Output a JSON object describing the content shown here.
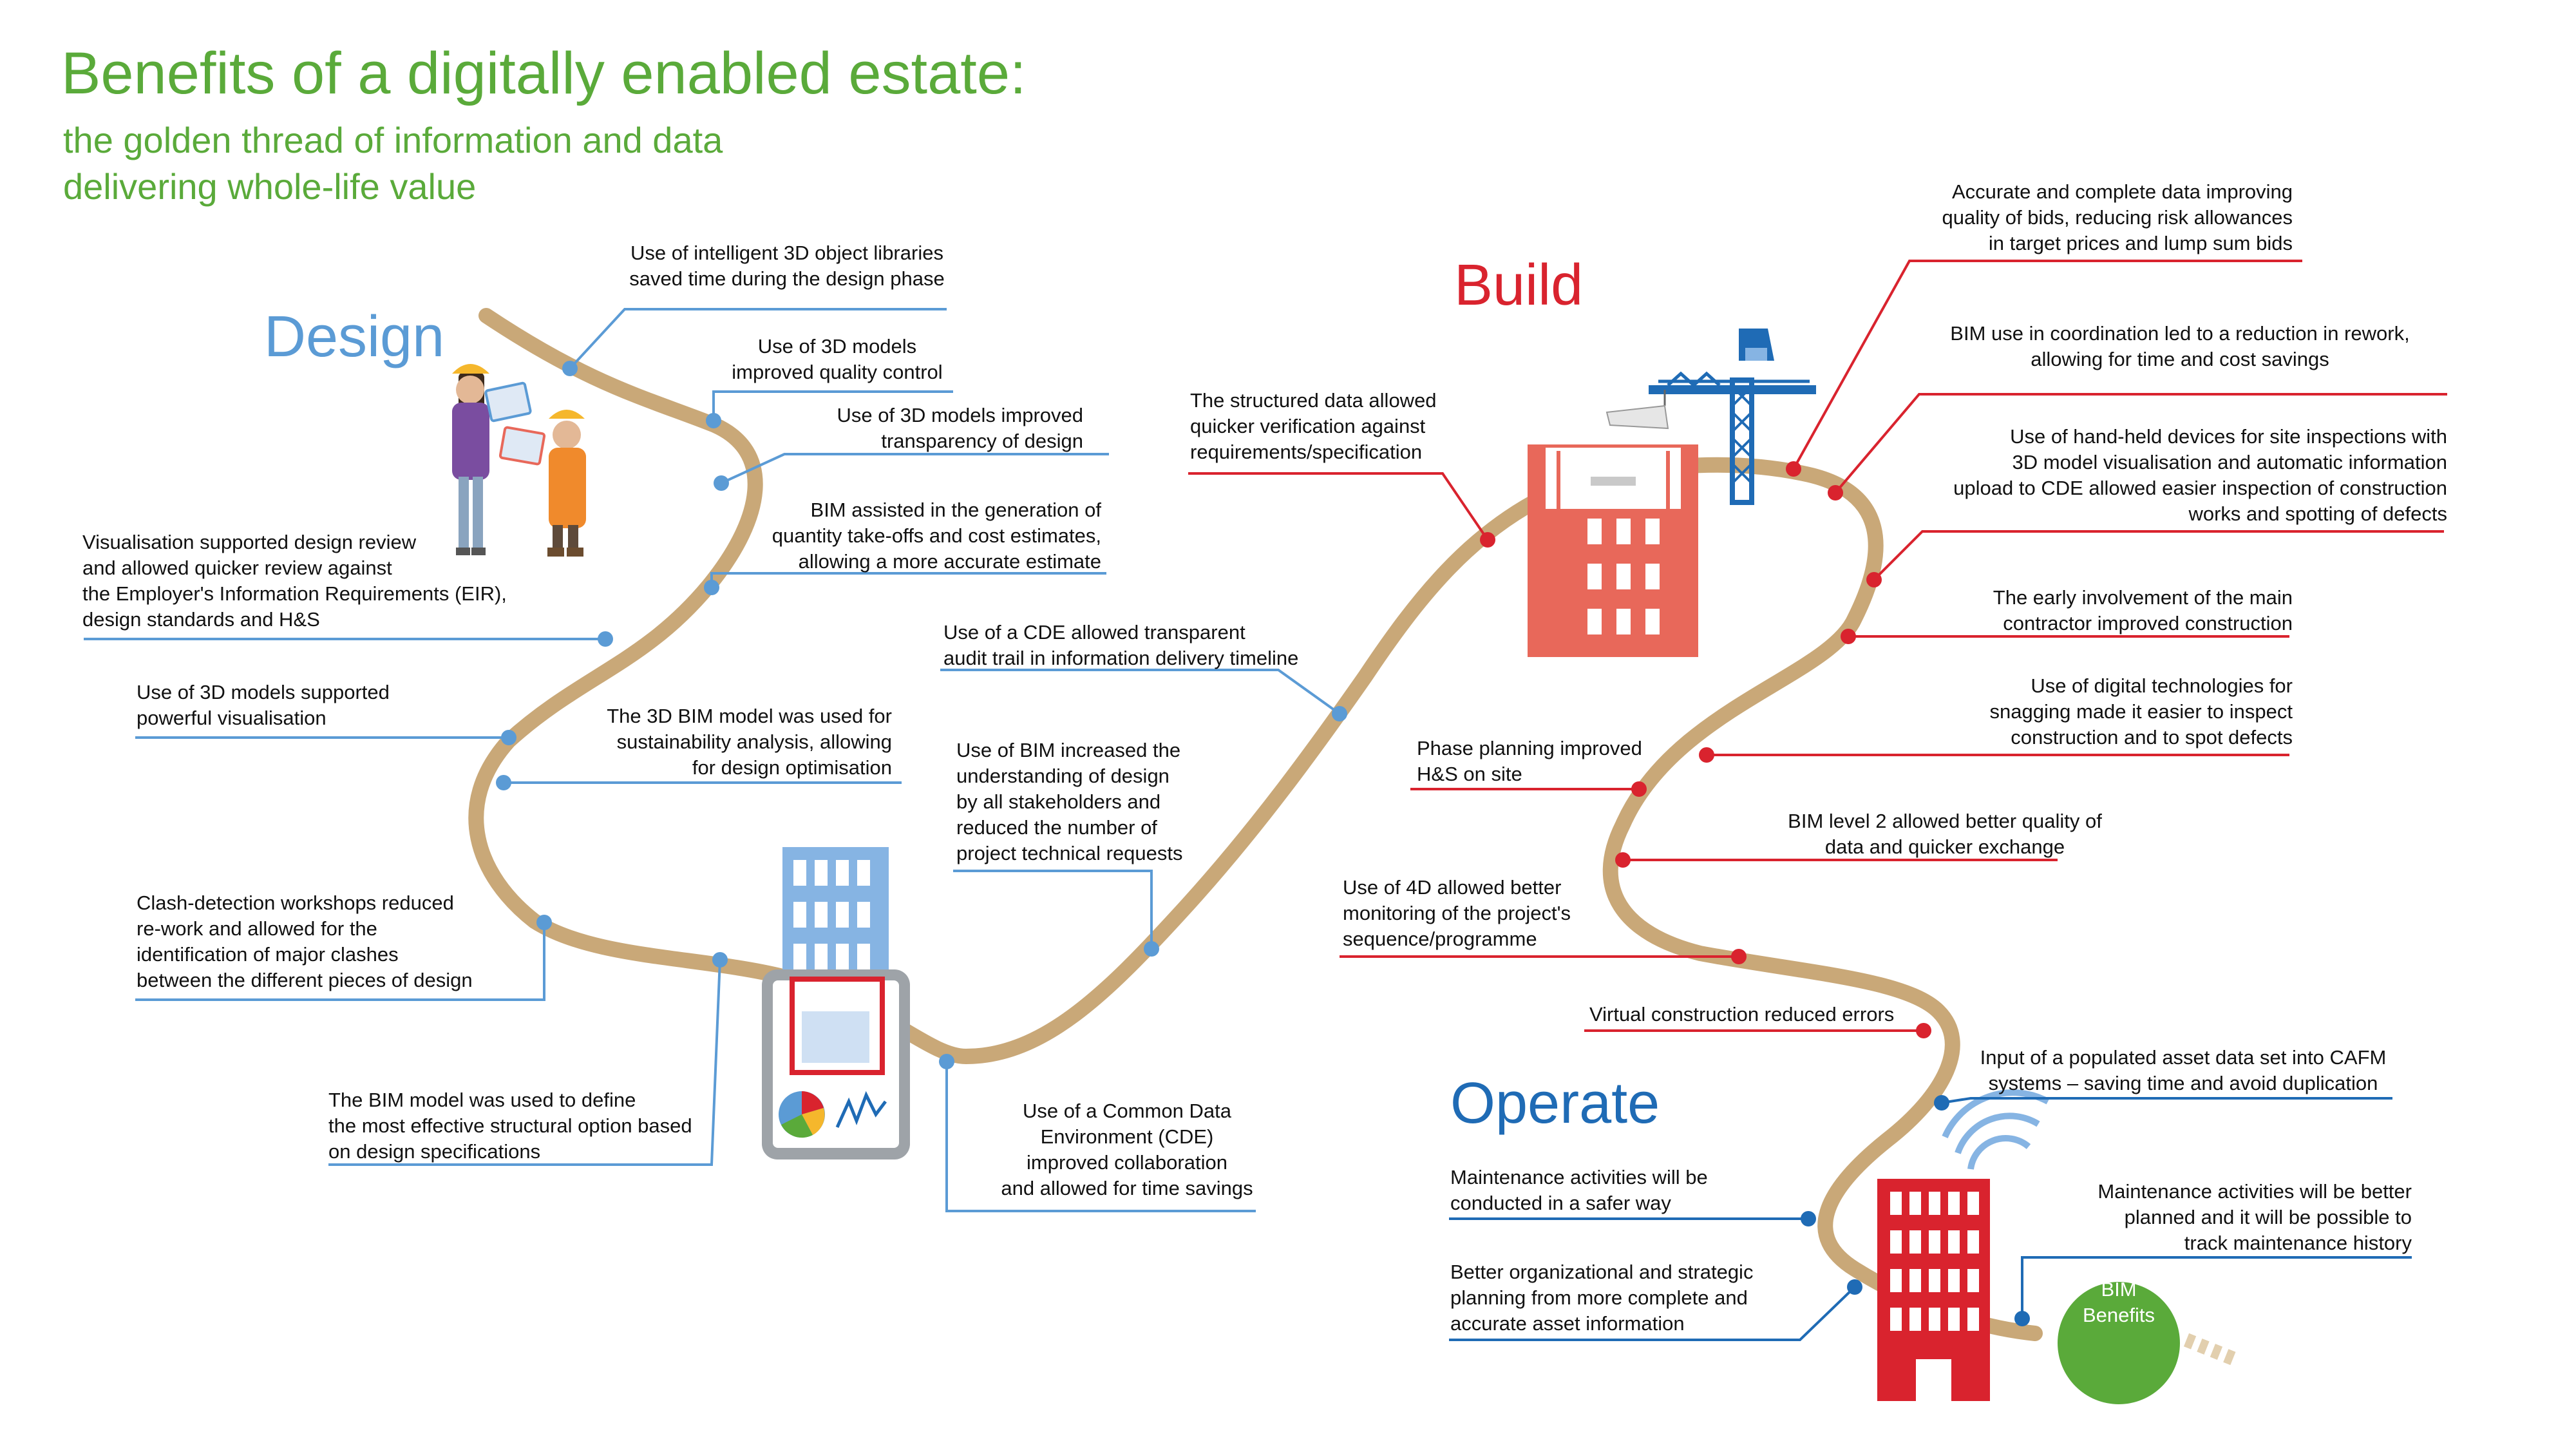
{
  "heading": {
    "title": "Benefits of a digitally enabled estate:",
    "subtitle_line1": "the golden thread of information and data",
    "subtitle_line2": "delivering whole-life value"
  },
  "phases": {
    "design": {
      "label": "Design",
      "color": "#5b9bd5"
    },
    "build": {
      "label": "Build",
      "color": "#d9232e"
    },
    "operate": {
      "label": "Operate",
      "color": "#1f6bb5"
    }
  },
  "colors": {
    "green": "#5aaa3a",
    "thread": "#c9a878",
    "design_accent": "#5b9bd5",
    "build_accent": "#d9232e",
    "operate_accent": "#1f6bb5",
    "salmon_building": "#e8685a",
    "red_building": "#d9232e",
    "crane_blue": "#1f6bb5"
  },
  "badge": {
    "text": "BIM\nBenefits",
    "color": "#5aaa3a"
  },
  "annotations": {
    "design": [
      {
        "id": "object-libraries",
        "text": "Use of intelligent 3D object libraries\nsaved time during the design phase"
      },
      {
        "id": "quality-control",
        "text": "Use of 3D models\nimproved quality control"
      },
      {
        "id": "transparency",
        "text": "Use of 3D models improved\ntransparency of design"
      },
      {
        "id": "take-offs",
        "text": "BIM assisted in the generation of\nquantity take-offs and cost estimates,\nallowing a more accurate estimate"
      },
      {
        "id": "visualisation-review",
        "text": "Visualisation supported design review\nand allowed quicker review against\nthe Employer's Information Requirements (EIR),\ndesign standards and H&S"
      },
      {
        "id": "powerful-visualisation",
        "text": "Use of 3D models supported\npowerful visualisation"
      },
      {
        "id": "sustainability",
        "text": "The 3D BIM model was used for\nsustainability analysis, allowing\nfor design optimisation"
      },
      {
        "id": "clash-detection",
        "text": "Clash-detection workshops reduced\nre-work and allowed for the\nidentification of major clashes\nbetween the different pieces of design"
      },
      {
        "id": "structural-option",
        "text": "The BIM model was used to define\nthe most effective structural option based\non design specifications"
      },
      {
        "id": "cde-collaboration",
        "text": "Use of a Common Data\nEnvironment (CDE)\nimproved collaboration\nand allowed for time savings"
      },
      {
        "id": "understanding",
        "text": "Use of BIM increased the\nunderstanding of design\nby all stakeholders and\nreduced the number of\nproject technical requests"
      },
      {
        "id": "audit-trail",
        "text": "Use of a CDE allowed transparent\naudit trail in information delivery timeline"
      }
    ],
    "build": [
      {
        "id": "structured-data",
        "text": "The structured data allowed\nquicker verification against\nrequirements/specification"
      },
      {
        "id": "accurate-bids",
        "text": "Accurate and complete data improving\nquality of bids, reducing risk allowances\nin target prices and lump sum bids"
      },
      {
        "id": "rework",
        "text": "BIM use in coordination led to a reduction in rework,\nallowing for time and cost savings"
      },
      {
        "id": "hand-held",
        "text": "Use of hand-held devices for site inspections with\n3D model visualisation and automatic information\nupload to CDE allowed easier inspection of construction\nworks and spotting of defects"
      },
      {
        "id": "early-involvement",
        "text": "The early involvement of the main\ncontractor improved construction"
      },
      {
        "id": "snagging",
        "text": "Use of digital technologies for\nsnagging made it easier to inspect\nconstruction and to spot defects"
      },
      {
        "id": "phase-planning",
        "text": "Phase planning improved\nH&S on site"
      },
      {
        "id": "bim-level-2",
        "text": "BIM level 2 allowed better quality of\ndata and quicker exchange"
      },
      {
        "id": "4d",
        "text": "Use of 4D allowed better\nmonitoring of the project's\nsequence/programme"
      },
      {
        "id": "virtual-construction",
        "text": "Virtual construction reduced errors"
      }
    ],
    "operate": [
      {
        "id": "cafm",
        "text": "Input of a populated asset data set into CAFM\nsystems – saving time and avoid duplication"
      },
      {
        "id": "safer-maintenance",
        "text": "Maintenance activities will be\nconducted in a safer way"
      },
      {
        "id": "maintenance-history",
        "text": "Maintenance activities will be better\nplanned and it will be possible to\ntrack maintenance history"
      },
      {
        "id": "strategic-planning",
        "text": "Better organizational and strategic\nplanning from more complete and\naccurate asset information"
      }
    ]
  }
}
